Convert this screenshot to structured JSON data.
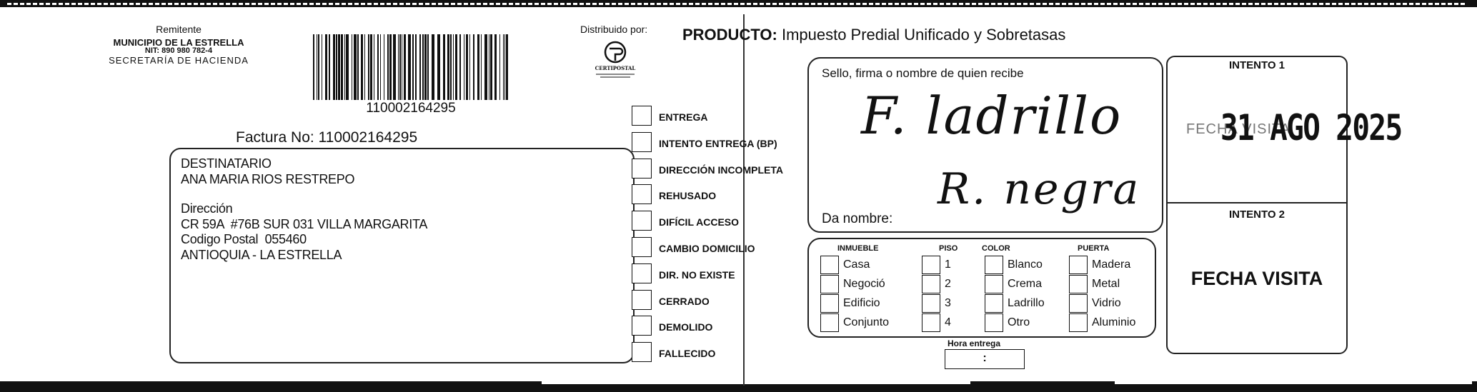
{
  "sender": {
    "label": "Remitente",
    "name": "MUNICIPIO DE LA ESTRELLA",
    "nit": "NIT: 890 980 782-4",
    "dept": "SECRETARÍA DE HACIENDA"
  },
  "barcode_number": "110002164295",
  "factura": "Factura No: 110002164295",
  "address": {
    "recipient_label": "DESTINATARIO",
    "recipient_name": "ANA MARIA RIOS RESTREPO",
    "address_label": "Dirección",
    "address_line": "CR 59A  #76B SUR 031 VILLA MARGARITA",
    "postal": "Codigo Postal  055460",
    "location": "ANTIOQUIA - LA ESTRELLA"
  },
  "distributor": {
    "label": "Distribuido por:",
    "logo_name": "CERTIPOSTAL"
  },
  "delivery_options": [
    "ENTREGA",
    "INTENTO ENTREGA (BP)",
    "DIRECCIÓN INCOMPLETA",
    "REHUSADO",
    "DIFÍCIL ACCESO",
    "CAMBIO DOMICILIO",
    "DIR. NO EXISTE",
    "CERRADO",
    "DEMOLIDO",
    "FALLECIDO"
  ],
  "product": {
    "label": "PRODUCTO:",
    "value": "Impuesto Predial Unificado y Sobretasas"
  },
  "receipt": {
    "label": "Sello, firma o nombre de quien recibe",
    "signature": "F. ladrillo",
    "da_nombre_label": "Da nombre:",
    "da_nombre_value": "R. negra"
  },
  "property": {
    "headers": [
      "INMUEBLE",
      "PISO",
      "COLOR",
      "PUERTA"
    ],
    "inmueble": [
      "Casa",
      "Negoció",
      "Edificio",
      "Conjunto"
    ],
    "piso": [
      "1",
      "2",
      "3",
      "4"
    ],
    "color": [
      "Blanco",
      "Crema",
      "Ladrillo",
      "Otro"
    ],
    "puerta": [
      "Madera",
      "Metal",
      "Vidrio",
      "Aluminio"
    ]
  },
  "hora": {
    "label": "Hora entrega",
    "value": ":"
  },
  "intento": {
    "intento1": "INTENTO 1",
    "stamp_ghost": "FECHA VISITA",
    "stamp_date": "31 AGO 2025",
    "intento2": "INTENTO 2",
    "fecha_visita": "FECHA VISITA"
  }
}
